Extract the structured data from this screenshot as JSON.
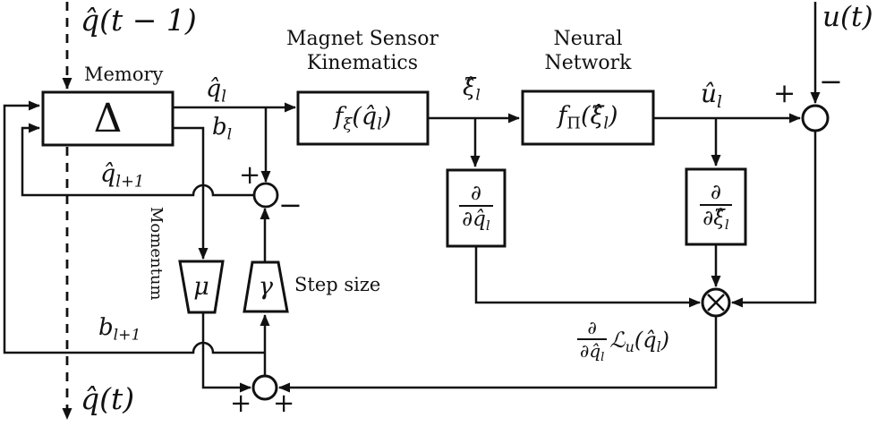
{
  "figure": {
    "background": "#ffffff",
    "line_color": "#111111"
  },
  "nodes": {
    "memory": {
      "title": "Memory",
      "symbol": "Δ"
    },
    "kinematics": {
      "title_line1": "Magnet Sensor",
      "title_line2": "Kinematics",
      "fn": "f",
      "fn_sub": "ξ",
      "arg": "(q̂",
      "arg_sub": "l",
      "arg_close": ")"
    },
    "neural_net": {
      "title_line1": "Neural",
      "title_line2": "Network",
      "fn": "f",
      "fn_sub": "Π",
      "arg": "(ξ̂",
      "arg_sub": "l",
      "arg_close": ")"
    },
    "jacobian_q": {
      "num": "∂",
      "den": "∂q̂",
      "den_sub": "l"
    },
    "jacobian_xi": {
      "num": "∂",
      "den": "∂ξ̂",
      "den_sub": "l"
    },
    "momentum": {
      "label": "Momentum",
      "symbol": "μ"
    },
    "step_size": {
      "label": "Step size",
      "symbol": "γ"
    }
  },
  "signals": {
    "q_prev": "q̂(t − 1)",
    "q_next": "q̂(t)",
    "u_input": "u(t)",
    "q_l": {
      "base": "q̂",
      "sub": "l"
    },
    "b_l": {
      "base": "b",
      "sub": "l"
    },
    "q_l_plus1": {
      "base": "q̂",
      "sub": "l+1"
    },
    "b_l_plus1": {
      "base": "b",
      "sub": "l+1"
    },
    "xi_l": {
      "base": "ξ̂",
      "sub": "l"
    },
    "u_l": {
      "base": "û",
      "sub": "l"
    },
    "gradient": {
      "num": "∂",
      "den": "∂q̂",
      "den_sub": "l",
      "loss": "ℒ",
      "loss_sub": "u",
      "arg": "(q̂",
      "arg_sub": "l",
      "arg_close": ")"
    }
  },
  "signs": {
    "error_sum_plus": "+",
    "error_sum_minus": "−",
    "update_sum_plus": "+",
    "update_sum_minus": "−",
    "grad_sum_plus_left": "+",
    "grad_sum_plus_right": "+"
  }
}
